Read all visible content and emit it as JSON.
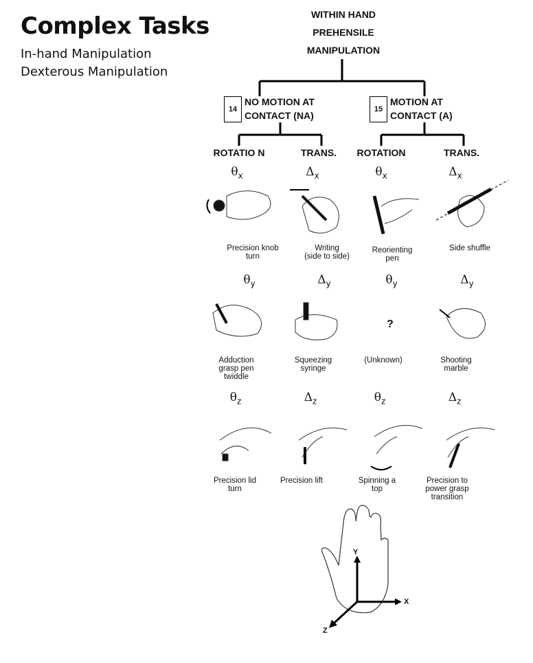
{
  "header": {
    "title": "Complex Tasks",
    "subtitle_1": "In-hand Manipulation",
    "subtitle_2": "Dexterous Manipulation"
  },
  "taxonomy": {
    "root": [
      "WITHIN HAND",
      "PREHENSILE",
      "MANIPULATION"
    ],
    "branches": [
      {
        "number": "14",
        "line1": "NO MOTION AT",
        "line2": "CONTACT (NA)"
      },
      {
        "number": "15",
        "line1": "MOTION AT",
        "line2": "CONTACT (A)"
      }
    ],
    "columns": [
      "ROTATIO N",
      "TRANS.",
      "ROTATION",
      "TRANS."
    ],
    "rows": [
      {
        "symbols": [
          {
            "glyph": "θ",
            "axis": "x"
          },
          {
            "glyph": "Δ",
            "axis": "x"
          },
          {
            "glyph": "θ",
            "axis": "x"
          },
          {
            "glyph": "Δ",
            "axis": "x"
          }
        ],
        "captions": [
          "Precision knob\nturn",
          "Writing\n(side to side)",
          "Reorienting\npen",
          "Side shuffle"
        ]
      },
      {
        "symbols": [
          {
            "glyph": "θ",
            "axis": "y"
          },
          {
            "glyph": "Δ",
            "axis": "y"
          },
          {
            "glyph": "θ",
            "axis": "y"
          },
          {
            "glyph": "Δ",
            "axis": "y"
          }
        ],
        "captions": [
          "Adduction\ngrasp pen\ntwiddle",
          "Squeezing\nsyringe",
          "(Unknown)",
          "Shooting\nmarble"
        ],
        "unknown_mark": "?"
      },
      {
        "symbols": [
          {
            "glyph": "θ",
            "axis": "z"
          },
          {
            "glyph": "Δ",
            "axis": "z"
          },
          {
            "glyph": "θ",
            "axis": "z"
          },
          {
            "glyph": "Δ",
            "axis": "z"
          }
        ],
        "captions": [
          "Precision lid\nturn",
          "Precision lift",
          "Spinning a\ntop",
          "Precision to\npower grasp\ntransition"
        ]
      }
    ],
    "axes": {
      "x": "X",
      "y": "Y",
      "z": "Z"
    }
  }
}
